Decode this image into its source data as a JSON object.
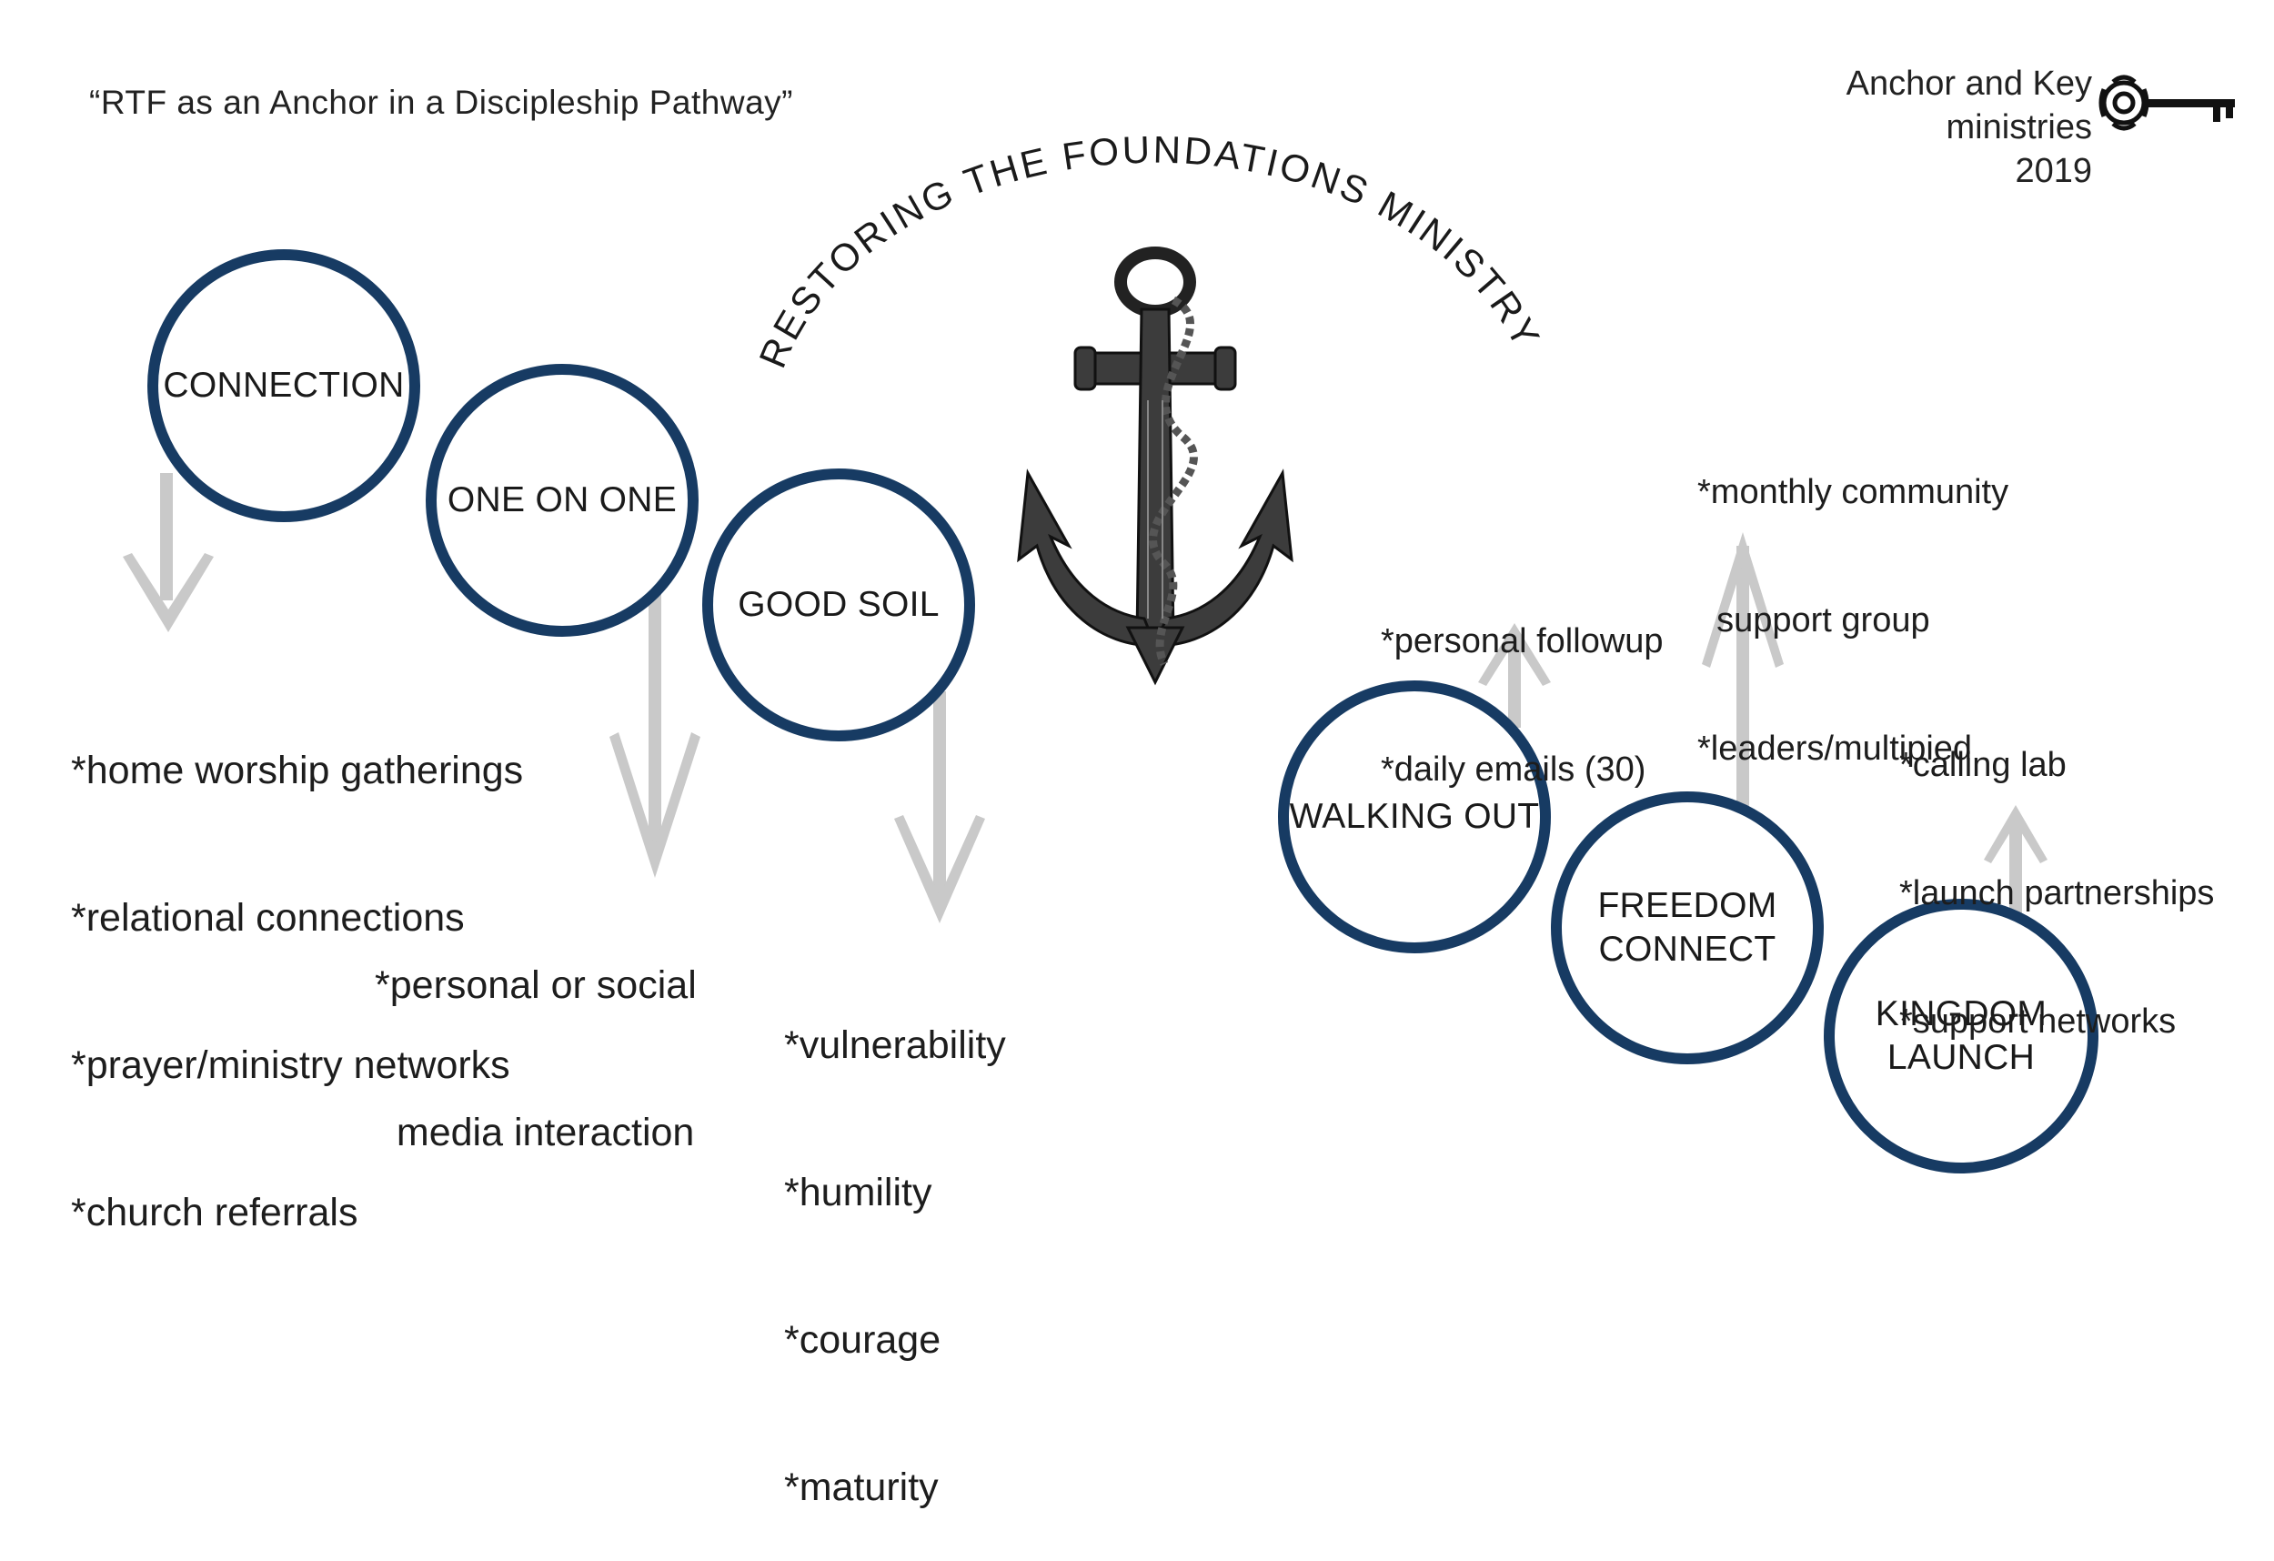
{
  "subtitle": "“RTF as an Anchor in a Discipleship Pathway”",
  "org": {
    "name_line1": "Anchor and Key",
    "name_line2": "ministries",
    "year": "2019",
    "logo_icon": "skeleton-key-icon"
  },
  "center": {
    "arc_title": "RESTORING THE FOUNDATIONS MINISTRY",
    "image": "anchor-illustration"
  },
  "colors": {
    "circle_border": "#173b63",
    "arrow": "#c9c9c9",
    "text": "#1f1f1f"
  },
  "stages": [
    {
      "id": "connection",
      "label": "CONNECTION",
      "arrow": "down",
      "notes": [
        "*home worship gatherings",
        "*relational connections",
        "*prayer/ministry networks",
        "*church referrals"
      ]
    },
    {
      "id": "one-on-one",
      "label": "ONE ON ONE",
      "arrow": "down",
      "notes": [
        "*personal or social",
        "  media interaction"
      ]
    },
    {
      "id": "good-soil",
      "label": "GOOD SOIL",
      "arrow": "down",
      "notes": [
        "*vulnerability",
        "*humility",
        "*courage",
        "*maturity"
      ]
    },
    {
      "id": "walking-out",
      "label": "WALKING OUT",
      "arrow": "up",
      "notes": [
        "*personal followup",
        "*daily emails (30)"
      ]
    },
    {
      "id": "freedom-connect",
      "label": "FREEDOM\nCONNECT",
      "arrow": "up",
      "notes": [
        "*monthly community",
        "  support group",
        "*leaders/multipied"
      ]
    },
    {
      "id": "kingdom-launch",
      "label": "KINGDOM\nLAUNCH",
      "arrow": "up",
      "notes": [
        "*calling lab",
        "*launch partnerships",
        "*support networks"
      ]
    }
  ]
}
